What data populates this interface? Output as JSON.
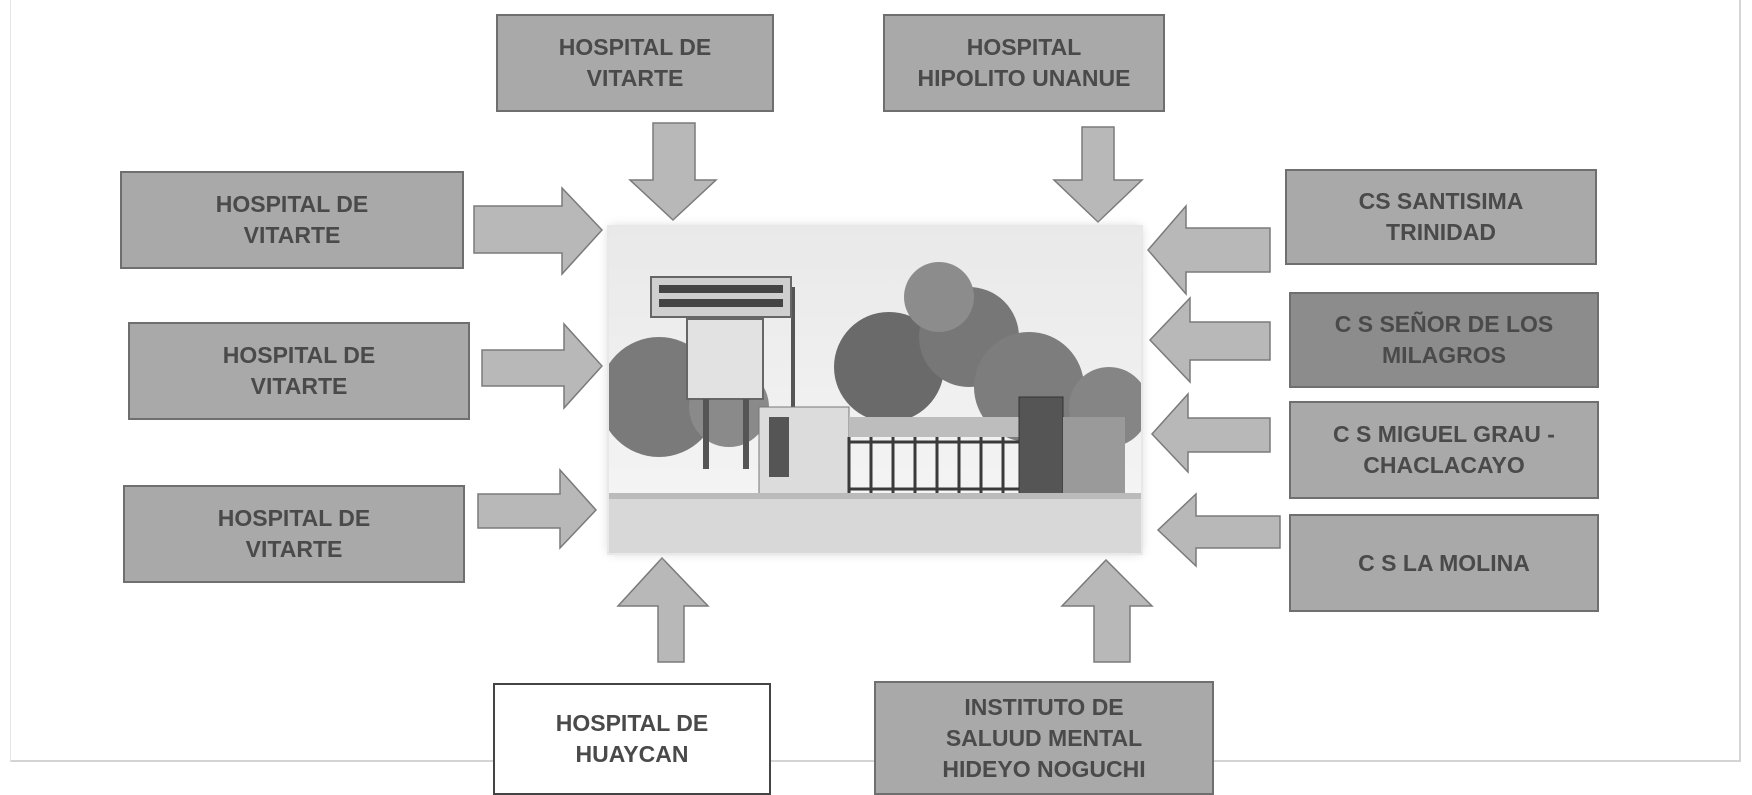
{
  "boxes": {
    "top_left": "HOSPITAL DE\nVITARTE",
    "top_right": "HOSPITAL\nHIPOLITO UNANUE",
    "left_1": "HOSPITAL DE\nVITARTE",
    "left_2": "HOSPITAL DE\nVITARTE",
    "left_3": "HOSPITAL DE\nVITARTE",
    "right_1": "CS SANTISIMA\nTRINIDAD",
    "right_2": "C S SEÑOR DE LOS\nMILAGROS",
    "right_3": "C S MIGUEL GRAU -\nCHACLACAYO",
    "right_4": "C S LA MOLINA",
    "bottom_left": "HOSPITAL DE\nHUAYCAN",
    "bottom_right": "INSTITUTO DE\nSALUUD MENTAL\nHIDEYO NOGUCHI"
  },
  "colors": {
    "box_fill": "#a9a9a9",
    "box_fill_dark": "#8c8c8c",
    "arrow_fill": "#b8b8b8",
    "text": "#4a4a4a"
  }
}
